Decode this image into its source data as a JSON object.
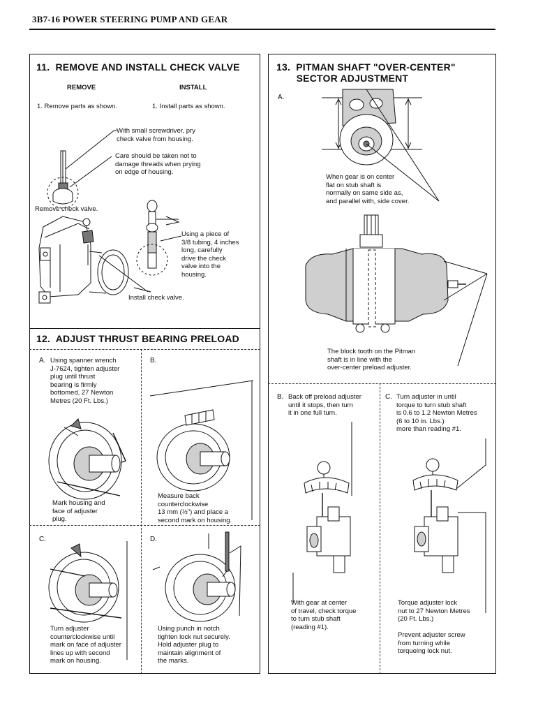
{
  "header": {
    "text": "3B7-16  POWER STEERING PUMP AND GEAR"
  },
  "section11": {
    "title": "11.  REMOVE AND INSTALL CHECK VALVE",
    "remove_heading": "REMOVE",
    "install_heading": "INSTALL",
    "remove_step": "1.  Remove parts as shown.",
    "install_step": "1.  Install parts as shown.",
    "note_pry": "With small screwdriver, pry\ncheck valve from housing.",
    "note_care": "Care should be taken not to\ndamage threads when prying\non edge of housing.",
    "label_remove": "Remove check valve.",
    "note_tubing": "Using a piece of\n3/8 tubing, 4 inches\nlong, carefully\ndrive the check\nvalve into the\nhousing.",
    "label_install": "Install check valve."
  },
  "section12": {
    "title": "12.  ADJUST THRUST BEARING PRELOAD",
    "a_letter": "A.",
    "a_text": "Using spanner wrench\nJ-7624, tighten adjuster\nplug until thrust\nbearing is firmly\nbottomed, 27 Newton\nMetres (20 Ft. Lbs.)",
    "a_caption": "Mark housing and\nface of adjuster\nplug.",
    "b_letter": "B.",
    "b_caption": "Measure back\ncounterclockwise\n13 mm (½\") and place a\nsecond mark on housing.",
    "c_letter": "C.",
    "c_caption": "Turn adjuster\ncounterclockwise until\nmark on face of adjuster\nlines up with second\nmark on housing.",
    "d_letter": "D.",
    "d_caption": "Using punch in notch\ntighten lock nut securely.\nHold adjuster plug to\nmaintain alignment of\nthe marks."
  },
  "section13": {
    "title": "13.  PITMAN SHAFT \"OVER-CENTER\"\n       SECTOR ADJUSTMENT",
    "a_letter": "A.",
    "a_note": "When gear is on center\nflat on stub shaft is\nnormally on same side as,\nand parallel with, side cover.",
    "a_note2": "The block tooth on the Pitman\nshaft is in line with the\nover-center preload adjuster.",
    "b_letter": "B.",
    "b_text": "Back off preload adjuster\nuntil it stops, then turn\nit in one full turn.",
    "b_caption": "With gear at center\nof travel, check torque\nto turn stub shaft\n(reading #1).",
    "c_letter": "C.",
    "c_text": "Turn adjuster in until\ntorque to turn stub shaft\nis 0.6 to 1.2 Newton Metres\n(6 to 10 in. Lbs.)\nmore than reading #1.",
    "c_caption": "Torque adjuster lock\nnut to 27 Newton Metres\n(20 Ft. Lbs.)",
    "c_caption2": "Prevent adjuster screw\nfrom turning while\ntorqueing lock nut."
  }
}
